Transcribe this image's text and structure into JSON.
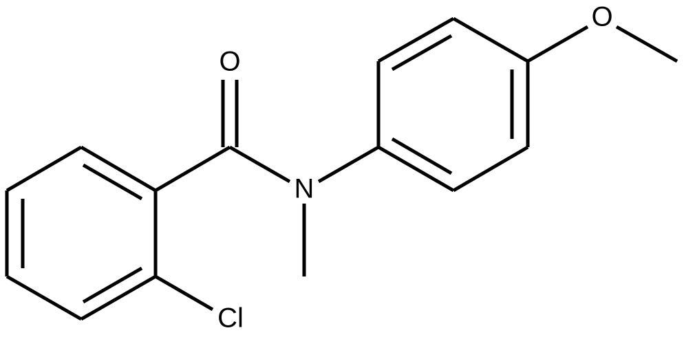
{
  "molecule": {
    "atoms": {
      "oxygen_carbonyl": "O",
      "nitrogen": "N",
      "oxygen_methoxy": "O",
      "chlorine": "Cl"
    }
  },
  "colors": {
    "bond": "#000000",
    "label": "#000000",
    "background": "#ffffff"
  }
}
